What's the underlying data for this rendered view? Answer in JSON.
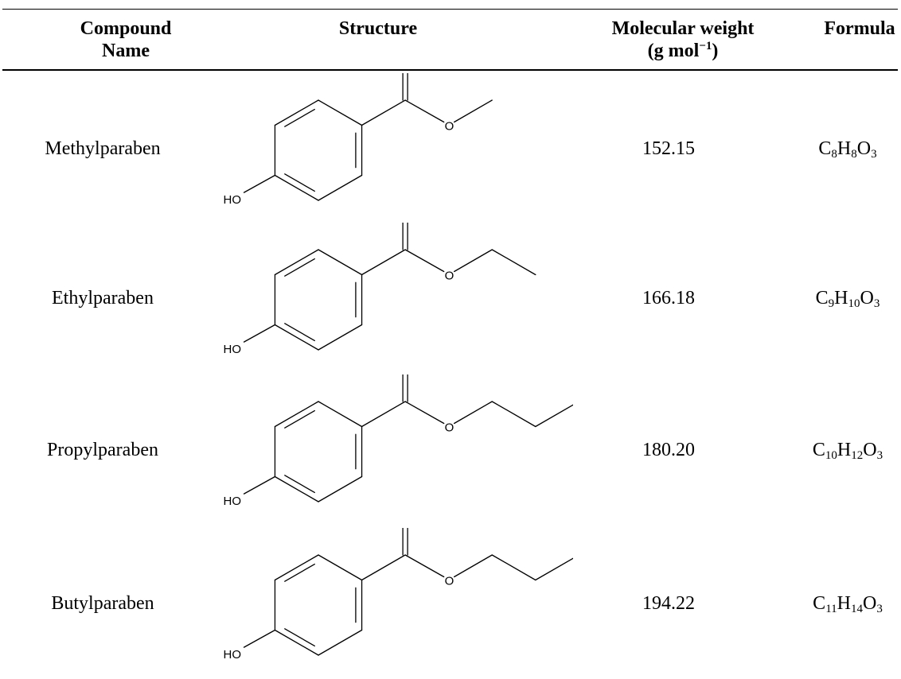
{
  "table": {
    "headers": {
      "compound_name_line1": "Compound",
      "compound_name_line2": "Name",
      "structure": "Structure",
      "mw_line1": "Molecular weight",
      "mw_line2_prefix": "(g mol",
      "mw_line2_sup": "−1",
      "mw_line2_suffix": ")",
      "formula": "Formula"
    },
    "atom_labels": {
      "carbonyl_o": "O",
      "ester_o": "O",
      "hydroxyl": "HO"
    },
    "rows": [
      {
        "name": "Methylparaben",
        "mw": "152.15",
        "formula": [
          [
            "C",
            "8"
          ],
          [
            "H",
            "8"
          ],
          [
            "O",
            "3"
          ]
        ]
      },
      {
        "name": "Ethylparaben",
        "mw": "166.18",
        "formula": [
          [
            "C",
            "9"
          ],
          [
            "H",
            "10"
          ],
          [
            "O",
            "3"
          ]
        ]
      },
      {
        "name": "Propylparaben",
        "mw": "180.20",
        "formula": [
          [
            "C",
            "10"
          ],
          [
            "H",
            "12"
          ],
          [
            "O",
            "3"
          ]
        ]
      },
      {
        "name": "Butylparaben",
        "mw": "194.22",
        "formula": [
          [
            "C",
            "11"
          ],
          [
            "H",
            "14"
          ],
          [
            "O",
            "3"
          ]
        ]
      }
    ]
  }
}
